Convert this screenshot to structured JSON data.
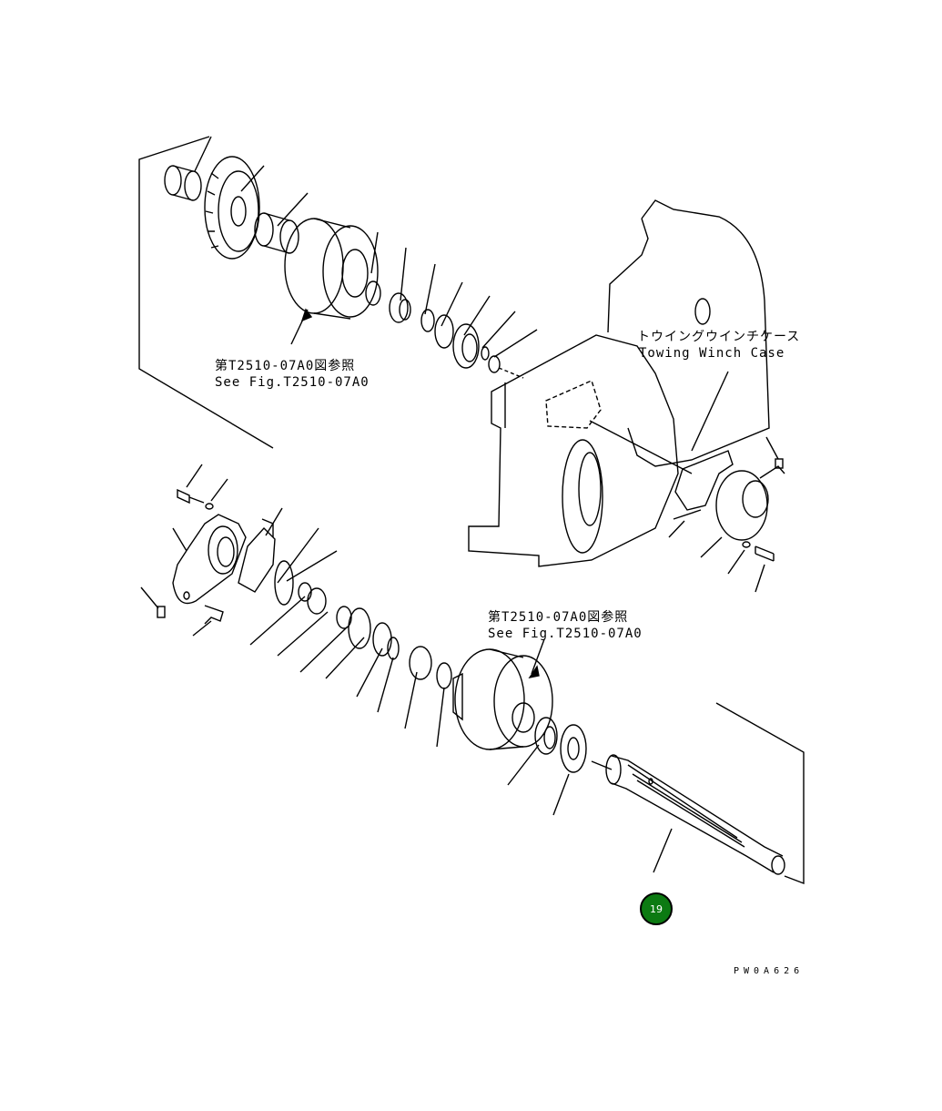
{
  "callouts": {
    "top_ref_ja": "第T2510-07A0図参照",
    "top_ref_en": "See Fig.T2510-07A0",
    "mid_ref_ja": "第T2510-07A0図参照",
    "mid_ref_en": "See Fig.T2510-07A0",
    "case_ja": "トウイングウインチケース",
    "case_en": "Towing Winch Case"
  },
  "page_badge": "19",
  "drawing_code": "PW0A626",
  "colors": {
    "badge_fill": "#0c7a12",
    "line": "#000000"
  }
}
